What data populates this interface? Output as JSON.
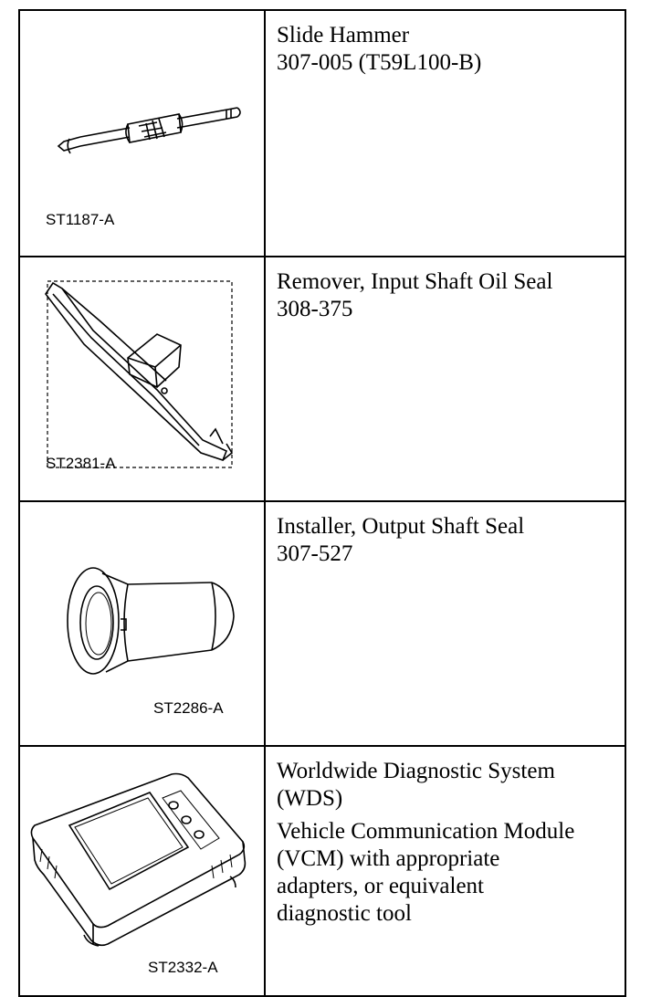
{
  "tools": [
    {
      "figure_code": "ST1187-A",
      "icon": "slide-hammer-drawing",
      "lines": [
        "Slide Hammer",
        "307-005 (T59L100-B)"
      ]
    },
    {
      "figure_code": "ST2381-A",
      "icon": "seal-remover-drawing",
      "lines": [
        "Remover, Input Shaft Oil Seal",
        "308-375"
      ]
    },
    {
      "figure_code": "ST2286-A",
      "icon": "seal-installer-drawing",
      "lines": [
        "Installer, Output Shaft Seal",
        "307-527"
      ]
    },
    {
      "figure_code": "ST2332-A",
      "icon": "diagnostic-module-drawing",
      "paragraphs": [
        [
          "Worldwide Diagnostic System",
          "(WDS)"
        ],
        [
          "Vehicle Communication Module",
          "(VCM) with appropriate",
          "adapters, or equivalent",
          "diagnostic tool"
        ]
      ]
    }
  ]
}
